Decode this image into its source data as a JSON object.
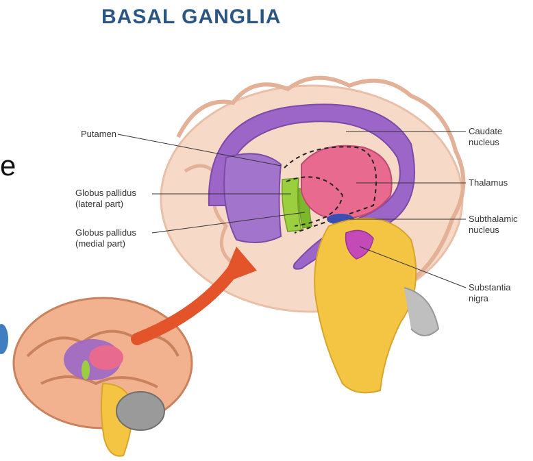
{
  "title": "BASAL GANGLIA",
  "labels": {
    "putamen": "Putamen",
    "globus_lateral_1": "Globus pallidus",
    "globus_lateral_2": "(lateral part)",
    "globus_medial_1": "Globus pallidus",
    "globus_medial_2": "(medial part)",
    "caudate_1": "Caudate",
    "caudate_2": "nucleus",
    "thalamus": "Thalamus",
    "subthalamic_1": "Subthalamic",
    "subthalamic_2": "nucleus",
    "substantia_1": "Substantia",
    "substantia_2": "nigra"
  },
  "edge_text": "e",
  "colors": {
    "title": "#2b5683",
    "caudate_putamen": "#9b66c7",
    "thalamus": "#e96a8f",
    "globus_pallidus": "#9ccf3f",
    "subthalamic": "#3a4fb0",
    "substantia_nigra": "#c44bb7",
    "brainstem": "#f4c542",
    "cortex": "#f6d9c7",
    "arrow": "#e4542a"
  }
}
